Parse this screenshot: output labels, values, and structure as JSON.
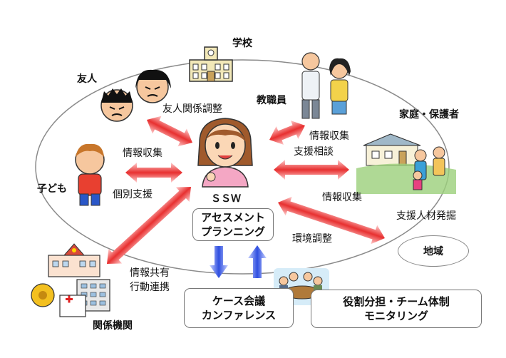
{
  "nodes": {
    "school": "学校",
    "friends": "友人",
    "teachers": "教職員",
    "family": "家庭・保護者",
    "child": "子ども",
    "ssw": "ＳＳＷ",
    "community": "地域",
    "agencies": "関係機関"
  },
  "edge_labels": {
    "friend_adjust": "友人関係調整",
    "info_collect_child": "情報収集",
    "individual_support": "個別支援",
    "info_collect_teacher": "情報収集",
    "support_consult": "支援相談",
    "info_collect_family": "情報収集",
    "support_talent": "支援人材発掘",
    "env_adjust": "環境調整",
    "info_share": "情報共有",
    "action_link": "行動連携"
  },
  "boxes": {
    "assessment": [
      "アセスメント",
      "プランニング"
    ],
    "case_meeting": [
      "ケース会議",
      "カンファレンス"
    ],
    "roles": [
      "役割分担・チーム体制",
      "モニタリング"
    ]
  },
  "colors": {
    "arrow_red": "#e83030",
    "arrow_blue": "#2f4fe0",
    "ellipse": "#888888"
  }
}
